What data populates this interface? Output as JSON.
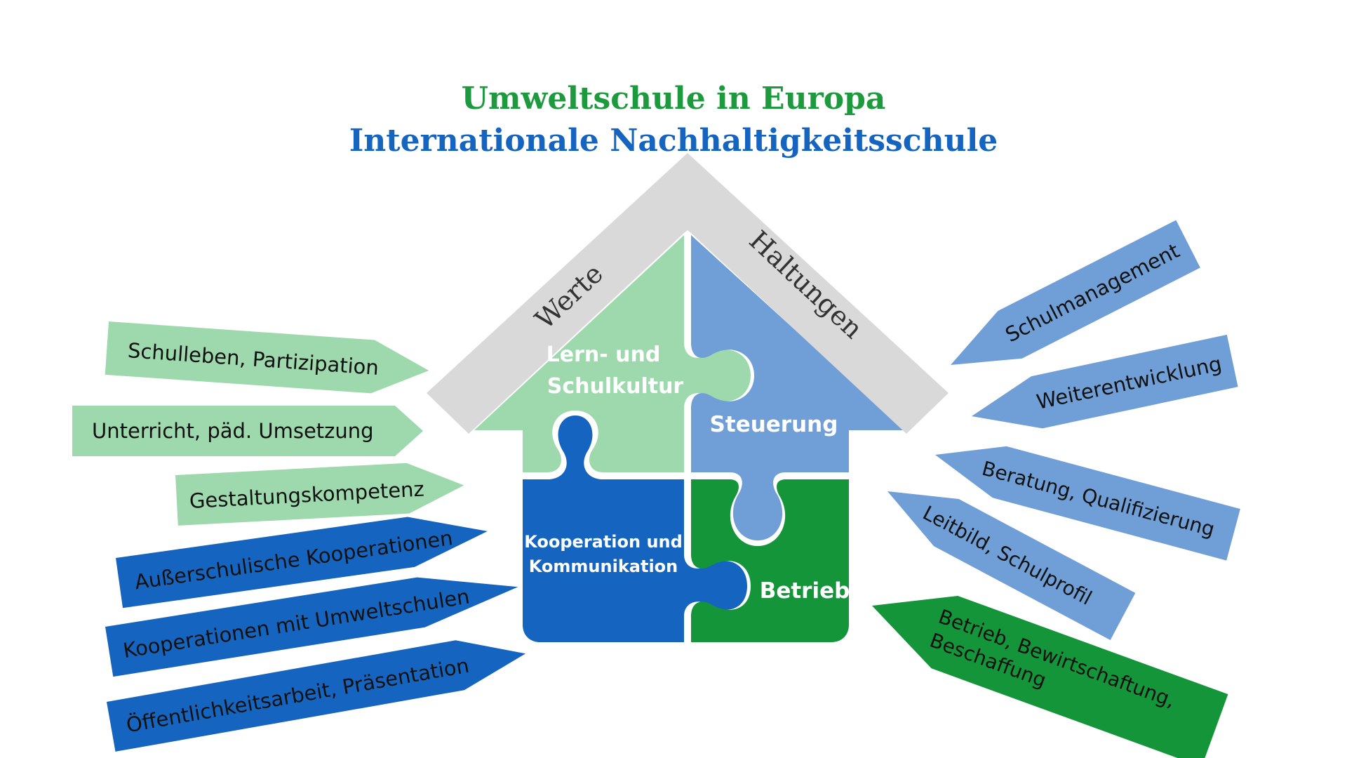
{
  "title": {
    "line1": "Umweltschule in Europa",
    "line2": "Internationale Nachhaltigkeitsschule"
  },
  "roof": {
    "left": "Werte",
    "right": "Haltungen"
  },
  "pieces": {
    "top_left": [
      "Lern- und",
      "Schulkultur"
    ],
    "top_right": "Steuerung",
    "bottom_left": [
      "Kooperation und",
      "Kommunikation"
    ],
    "bottom_right": "Betrieb"
  },
  "left_arrows": [
    {
      "label": "Schulleben, Partizipation",
      "color": "#9dd9ad"
    },
    {
      "label": "Unterricht, päd. Umsetzung",
      "color": "#9dd9ad"
    },
    {
      "label": "Gestaltungskompetenz",
      "color": "#9dd9ad"
    },
    {
      "label": "Außerschulische Kooperationen",
      "color": "#1565c0"
    },
    {
      "label": "Kooperationen mit Umweltschulen",
      "color": "#1565c0"
    },
    {
      "label": "Öffentlichkeitsarbeit, Präsentation",
      "color": "#1565c0"
    }
  ],
  "right_arrows": [
    {
      "label": "Schulmanagement",
      "color": "#6f9fd6"
    },
    {
      "label": "Weiterentwicklung",
      "color": "#6f9fd6"
    },
    {
      "label": "Beratung, Qualifizierung",
      "color": "#6f9fd6"
    },
    {
      "label": "Leitbild, Schulprofil",
      "color": "#6f9fd6"
    },
    {
      "label": [
        "Betrieb, Bewirtschaftung,",
        "Beschaffung"
      ],
      "color": "#15953a"
    }
  ],
  "colors": {
    "title_green": "#1e9a3e",
    "title_blue": "#1565c0",
    "roof_gray": "#d9d9d9",
    "piece_light_green": "#9dd9ad",
    "piece_light_blue": "#6f9fd6",
    "piece_dark_blue": "#1565c0",
    "piece_dark_green": "#15953a"
  }
}
